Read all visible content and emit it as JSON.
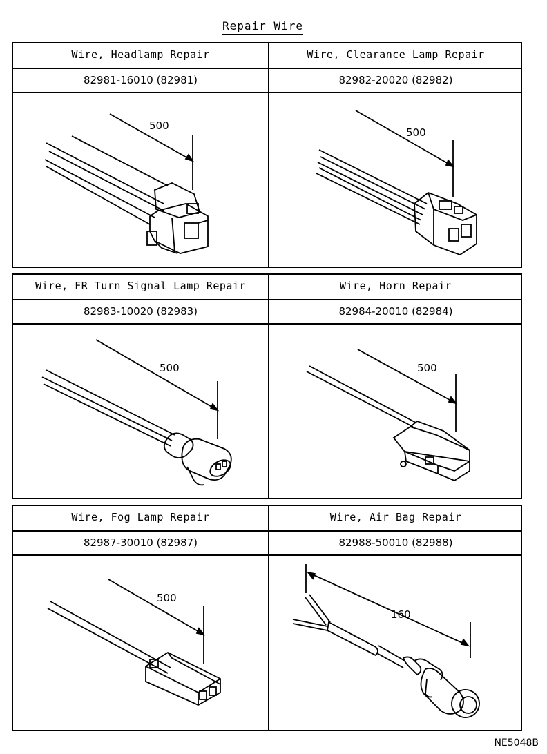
{
  "title": "Repair Wire",
  "figure_code": "NE5048B",
  "panels": [
    {
      "name": "Wire, Headlamp Repair",
      "part": "82981-16010 (82981)",
      "dim": "500"
    },
    {
      "name": "Wire, Clearance Lamp Repair",
      "part": "82982-20020 (82982)",
      "dim": "500"
    },
    {
      "name": "Wire, FR Turn Signal Lamp Repair",
      "part": "82983-10020 (82983)",
      "dim": "500"
    },
    {
      "name": "Wire, Horn Repair",
      "part": "82984-20010 (82984)",
      "dim": "500"
    },
    {
      "name": "Wire, Fog Lamp Repair",
      "part": "82987-30010 (82987)",
      "dim": "500"
    },
    {
      "name": "Wire, Air Bag Repair",
      "part": "82988-50010 (82988)",
      "dim": "160"
    }
  ]
}
